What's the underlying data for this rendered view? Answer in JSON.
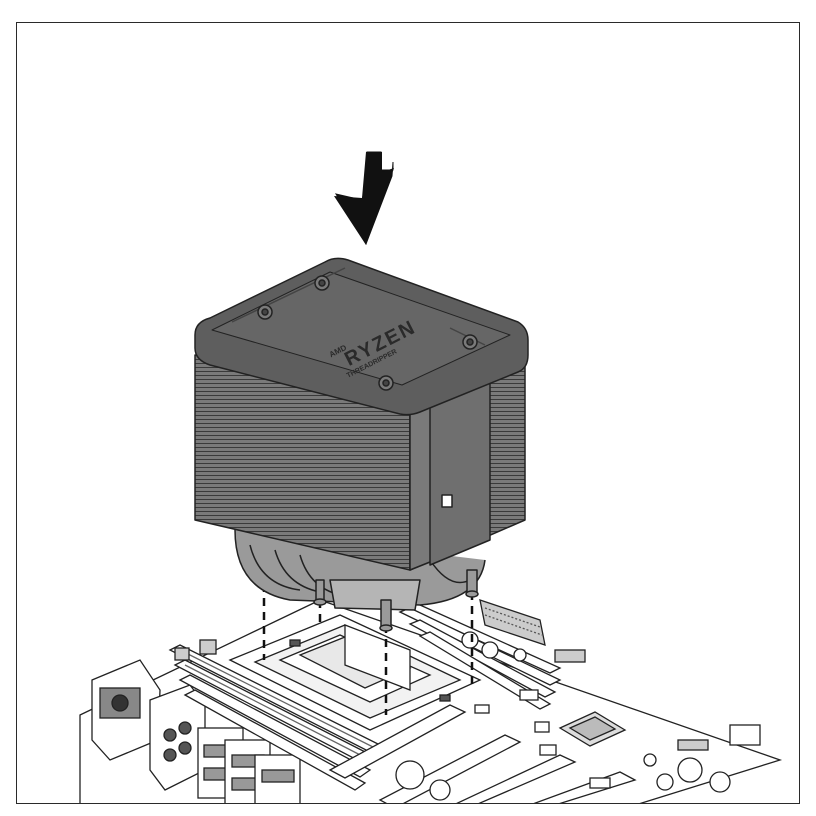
{
  "header": {
    "title": "",
    "subtitle": ""
  },
  "cooler": {
    "brand_mark": "AMD",
    "product_name": "RYZEN",
    "product_line": "THREADRIPPER"
  },
  "colors": {
    "header_top": "#4a4a4c",
    "header_bottom": "#1e1b1c",
    "cooler_fill": "#6d6d6d",
    "cooler_top": "#5e5e5e",
    "board_fill": "#ffffff",
    "line": "#222222"
  },
  "icons": {
    "down_arrow": "arrow-down-icon",
    "guide_lines": "dashed-alignment-lines"
  }
}
